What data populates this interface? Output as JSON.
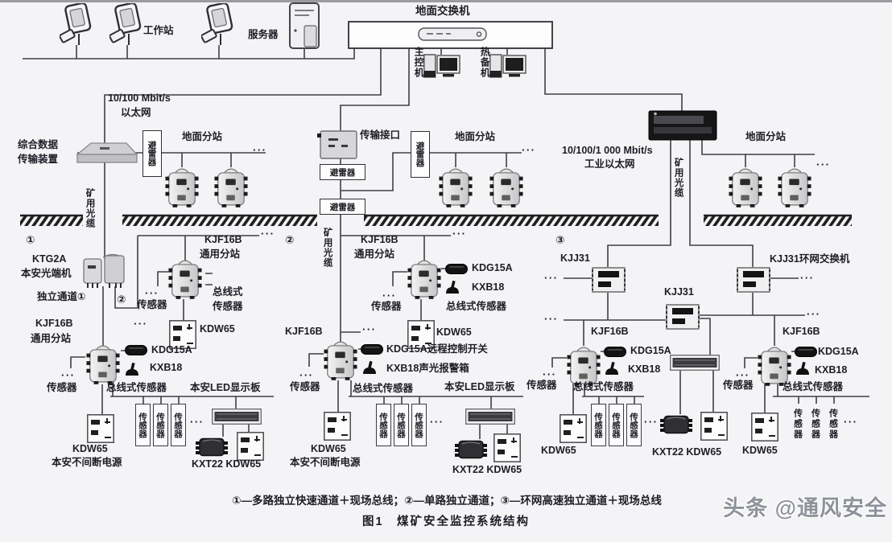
{
  "colors": {
    "background": "#f4f4f6",
    "line": "#3f3f46",
    "device_dark": "#161616",
    "text": "#1d1d26",
    "watermark": "#8e929a"
  },
  "common": {
    "dots": "···",
    "sensor": "传感器",
    "bus_type": "总线式",
    "bus_sensor": "总线式传感器",
    "kjf16b": "KJF16B",
    "general_substation": "通用分站",
    "kdw65": "KDW65",
    "kdg15a": "KDG15A",
    "kxb18": "KXB18",
    "led_board": "本安LED显示板",
    "ups": "本安不间断电源",
    "kxt22_kdw65": "KXT22 KDW65",
    "arrester": "避雷器",
    "ground_substation": "地面分站",
    "mine_cable": "矿用光缆"
  },
  "surface": {
    "workstation": "工作站",
    "server": "服务器",
    "ground_switch": "地面交换机",
    "main_computer": "主控机",
    "standby_computer": "热备机",
    "ethernet1": "10/100 Mbit/s",
    "ethernet2": "以太网",
    "data_device1": "综合数据",
    "data_device2": "传输装置",
    "trans_interface": "传输接口",
    "industrial_eth1": "10/100/1 000 Mbit/s",
    "industrial_eth2": "工业以太网"
  },
  "branch1": {
    "num": "①",
    "ktg2a": "KTG2A",
    "ktg2a_name": "本安光端机",
    "channel": "独立通道①",
    "channel2": "②"
  },
  "branch2": {
    "num": "②",
    "kdg15a_remote": "KDG15A远程控制开关",
    "kxb18_alarm": "KXB18声光报警箱"
  },
  "branch3": {
    "num": "③",
    "kjj31": "KJJ31",
    "kjj31_ring": "KJJ31环网交换机"
  },
  "footer": {
    "legend": "①—多路独立快速通道＋现场总线；②—单路独立通道；③—环网高速独立通道＋现场总线",
    "caption": "图1　煤矿安全监控系统结构",
    "watermark": "头条 @通风安全"
  }
}
